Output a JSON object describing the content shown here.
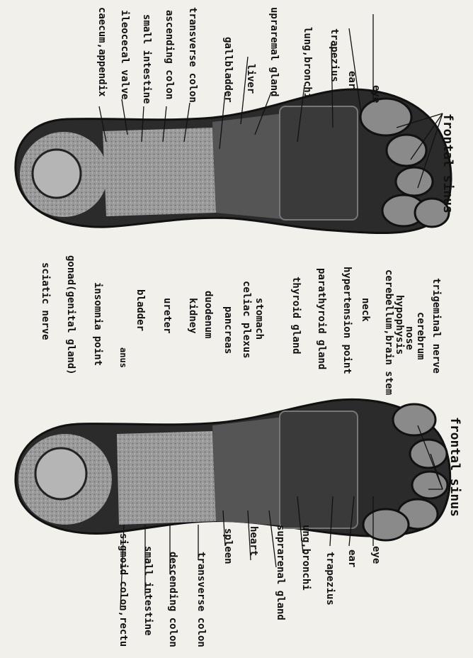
{
  "title": "",
  "colors": {
    "paper": "#f2f0ea",
    "ink": "#111111",
    "sole": "#2b2b2b",
    "zone": "#8a8a8a",
    "heel": "#b5b5b5"
  },
  "diagram": {
    "top_foot_labels_left": [
      "eye",
      "ear",
      "trapezius",
      "lung,bronchi",
      "upraremal gland",
      "liver",
      "gallbladder",
      "transverse colon",
      "ascending colon",
      "small intestine",
      "ileocecal valve",
      "caecum,appendix"
    ],
    "top_foot_right_label": "frontal sinus",
    "center_labels": [
      "trigeminal nerve",
      "cerebrum",
      "nose",
      "hypophysis",
      "cerebellum,brain stem",
      "neck",
      "hypertension point",
      "parathyroid gland",
      "thyroid gland",
      "stomach",
      "celiac plexus",
      "pancreas",
      "duodenum",
      "kidney",
      "ureter",
      "bladder",
      "insomnia point",
      "gonad(genital gland)",
      "sciatic nerve"
    ],
    "bottom_foot_labels": [
      "eye",
      "ear",
      "trapezius",
      "ung,bronchi",
      "suprarenal gland",
      "heart",
      "spleen",
      "transverse colon",
      "descending colon",
      "small intestine",
      "sigmoid colon,rectu"
    ],
    "bottom_foot_right_label": "frontal sinus",
    "anus_label": "anus"
  }
}
